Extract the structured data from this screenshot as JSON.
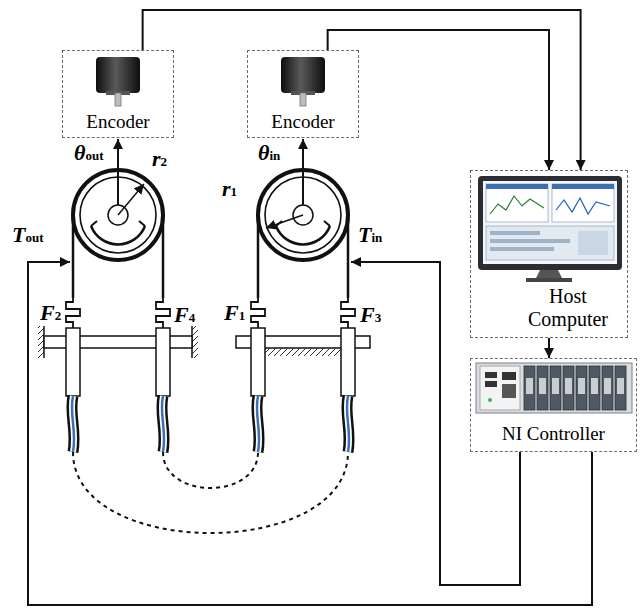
{
  "diagram": {
    "nodes": [
      {
        "text": [
          "Encoder"
        ]
      },
      {
        "text": [
          "Encoder"
        ]
      },
      {
        "text": [
          "Host Computer"
        ]
      },
      {
        "text": [
          "NI Controller"
        ]
      }
    ],
    "edges": [
      {
        "from": 0,
        "to": 2,
        "arrow": "to"
      },
      {
        "from": 1,
        "to": 2,
        "arrow": "to"
      },
      {
        "from": 2,
        "to": 3,
        "arrow": "to"
      }
    ],
    "labels": [
      "θout",
      "r2",
      "Tout",
      "F2",
      "F4",
      "θin",
      "Tin",
      "r1",
      "F1",
      "F3"
    ]
  }
}
